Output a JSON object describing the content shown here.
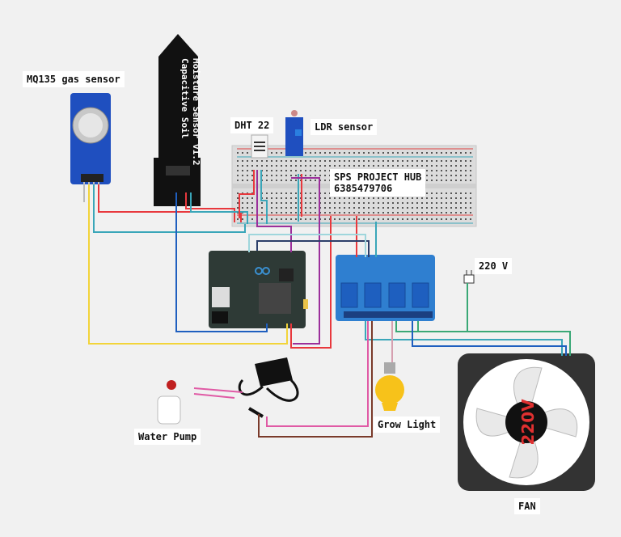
{
  "labels": {
    "gas_sensor": "MQ135 gas sensor",
    "soil_sensor_line1": "Capacitive Soil",
    "soil_sensor_line2": "Moisture Sensor v1.2",
    "dht": "DHT 22",
    "ldr": "LDR sensor",
    "hub_name": "SPS PROJECT HUB",
    "hub_phone": "6385479706",
    "mains": "220 V",
    "pump": "Water Pump",
    "grow_light": "Grow Light",
    "fan": "FAN",
    "fan_hub_text": "220V"
  },
  "colors": {
    "background": "#f1f1f1",
    "wire_red": "#e8383d",
    "wire_blue": "#1f5fbf",
    "wire_cyan": "#3aa6b9",
    "wire_purple": "#9b2f9b",
    "wire_yellow": "#f2d43a",
    "wire_green": "#3aa876",
    "wire_brown": "#7a3a2a",
    "wire_pink": "#e05aa5",
    "relay_board": "#2f7fd0",
    "arduino_board": "#2e3a36",
    "sensor_board": "#1f4fbf"
  }
}
